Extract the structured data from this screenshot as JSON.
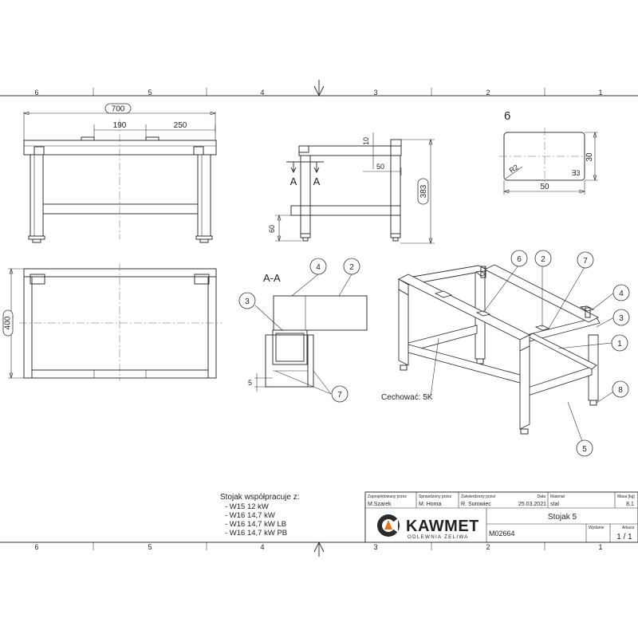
{
  "zones": [
    "6",
    "5",
    "4",
    "3",
    "2",
    "1"
  ],
  "dims": {
    "width_total": "700",
    "a": "190",
    "b": "250",
    "depth": "400",
    "side_top": "10",
    "side_mid": "50",
    "height": "383",
    "bottom": "60",
    "plate_w": "50",
    "plate_h": "30",
    "radius": "R2",
    "thickness": "∃3",
    "gap": "5"
  },
  "section_marks": [
    "A",
    "A"
  ],
  "section_title": "A-A",
  "detail_num": "6",
  "balloons": {
    "sec_4": "4",
    "sec_2": "2",
    "sec_3": "3",
    "sec_7": "7",
    "iso_6": "6",
    "iso_2": "2",
    "iso_7": "7",
    "iso_4": "4",
    "iso_3": "3",
    "iso_1": "1",
    "iso_8": "8",
    "iso_5": "5"
  },
  "note": "Cechować: 5K",
  "compat": {
    "title": "Stojak współpracuje z:",
    "items": [
      "- W15 12 kW",
      "- W16 14,7 kW",
      "- W16 14,7 kW LB",
      "- W16 14,7 kW PB"
    ]
  },
  "title_block": {
    "h_designed": "Zaprojektowany przez",
    "h_checked": "Sprawdzony przez",
    "h_approved": "Zatwierdzony przez",
    "h_date": "Data",
    "h_material": "Materiał",
    "h_mass": "Masa [kg]",
    "designed": "M.Szarek",
    "checked": "M. Homa",
    "approved": "R. Surowiec",
    "date": "25.03.2021",
    "material": "stal",
    "mass": "8,1",
    "name": "Stojak 5",
    "code": "M02664",
    "h_edition": "Wydanie",
    "h_sheet": "Arkusz",
    "sheet": "1 / 1",
    "brand": "KAWMET",
    "brand_sub": "ODLEWNIA ŻELIWA"
  },
  "colors": {
    "line": "#333333",
    "logo_dark": "#2b2b2b",
    "logo_orange": "#e8731a"
  }
}
